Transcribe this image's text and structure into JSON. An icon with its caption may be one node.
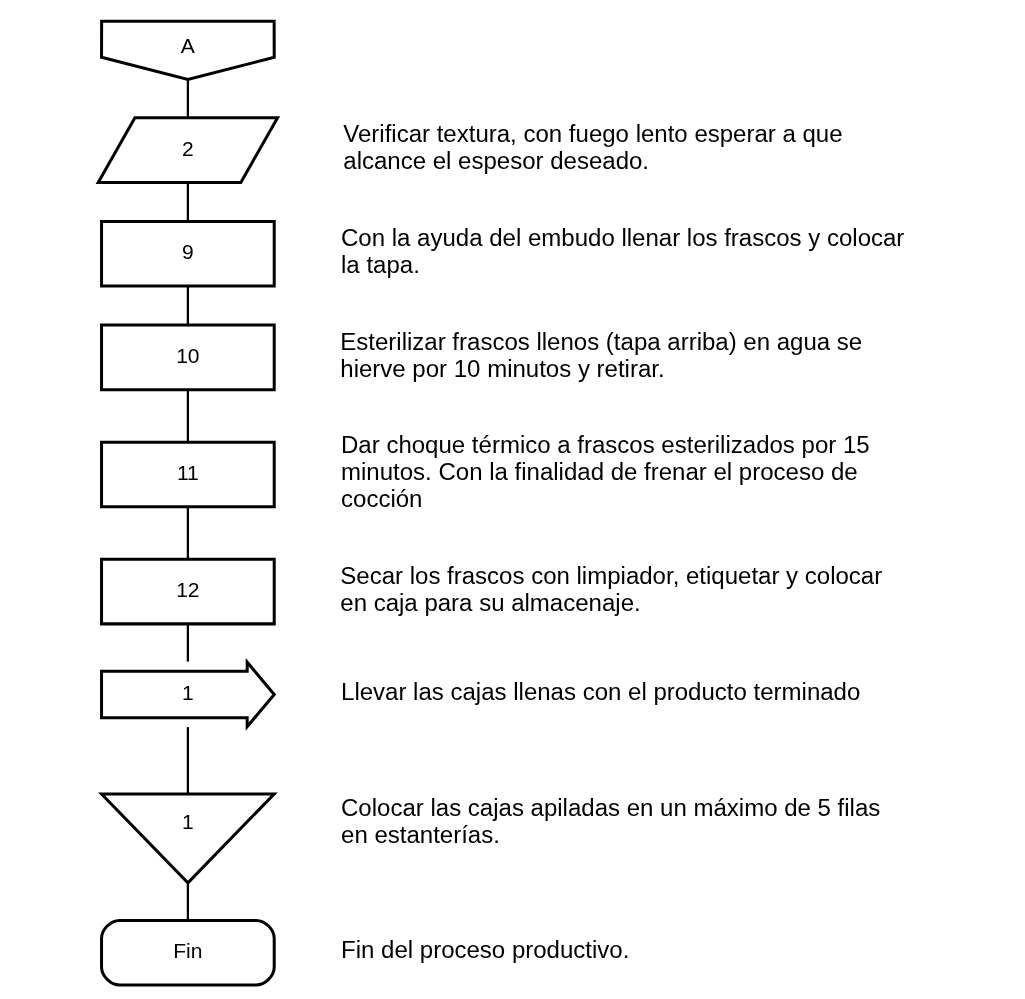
{
  "diagram": {
    "nodes": [
      {
        "text": [
          "A"
        ]
      },
      {
        "text": [
          "2"
        ],
        "beside": [
          "Verificar textura, con fuego lento esperar a que alcance el espesor deseado."
        ]
      },
      {
        "text": [
          "9"
        ],
        "beside": [
          "Con la ayuda del embudo llenar los frascos y colocar la tapa."
        ]
      },
      {
        "text": [
          "10"
        ],
        "beside": [
          "Esterilizar frascos llenos (tapa arriba) en agua se hierve por 10 minutos y retirar."
        ]
      },
      {
        "text": [
          "11"
        ],
        "beside": [
          "Dar choque térmico a frascos esterilizados por 15 minutos. Con la finalidad de frenar el proceso de cocción"
        ]
      },
      {
        "text": [
          "12"
        ],
        "beside": [
          "Secar los frascos con limpiador, etiquetar y colocar en caja para su almacenaje."
        ]
      },
      {
        "text": [
          "1"
        ],
        "beside": [
          "Llevar las cajas llenas con el producto terminado"
        ]
      },
      {
        "text": [
          "1"
        ],
        "beside": [
          "Colocar las cajas apiladas en un máximo de 5 filas en estanterías."
        ]
      },
      {
        "text": [
          "Fin"
        ],
        "beside": [
          "Fin del proceso productivo."
        ]
      }
    ],
    "edges": [
      {
        "from": 0,
        "to": 1,
        "arrow": "none"
      },
      {
        "from": 1,
        "to": 2,
        "arrow": "none"
      },
      {
        "from": 2,
        "to": 3,
        "arrow": "none"
      },
      {
        "from": 3,
        "to": 4,
        "arrow": "none"
      },
      {
        "from": 4,
        "to": 5,
        "arrow": "none"
      },
      {
        "from": 5,
        "to": 6,
        "arrow": "none"
      },
      {
        "from": 6,
        "to": 7,
        "arrow": "none"
      },
      {
        "from": 7,
        "to": 8,
        "arrow": "none"
      }
    ]
  }
}
